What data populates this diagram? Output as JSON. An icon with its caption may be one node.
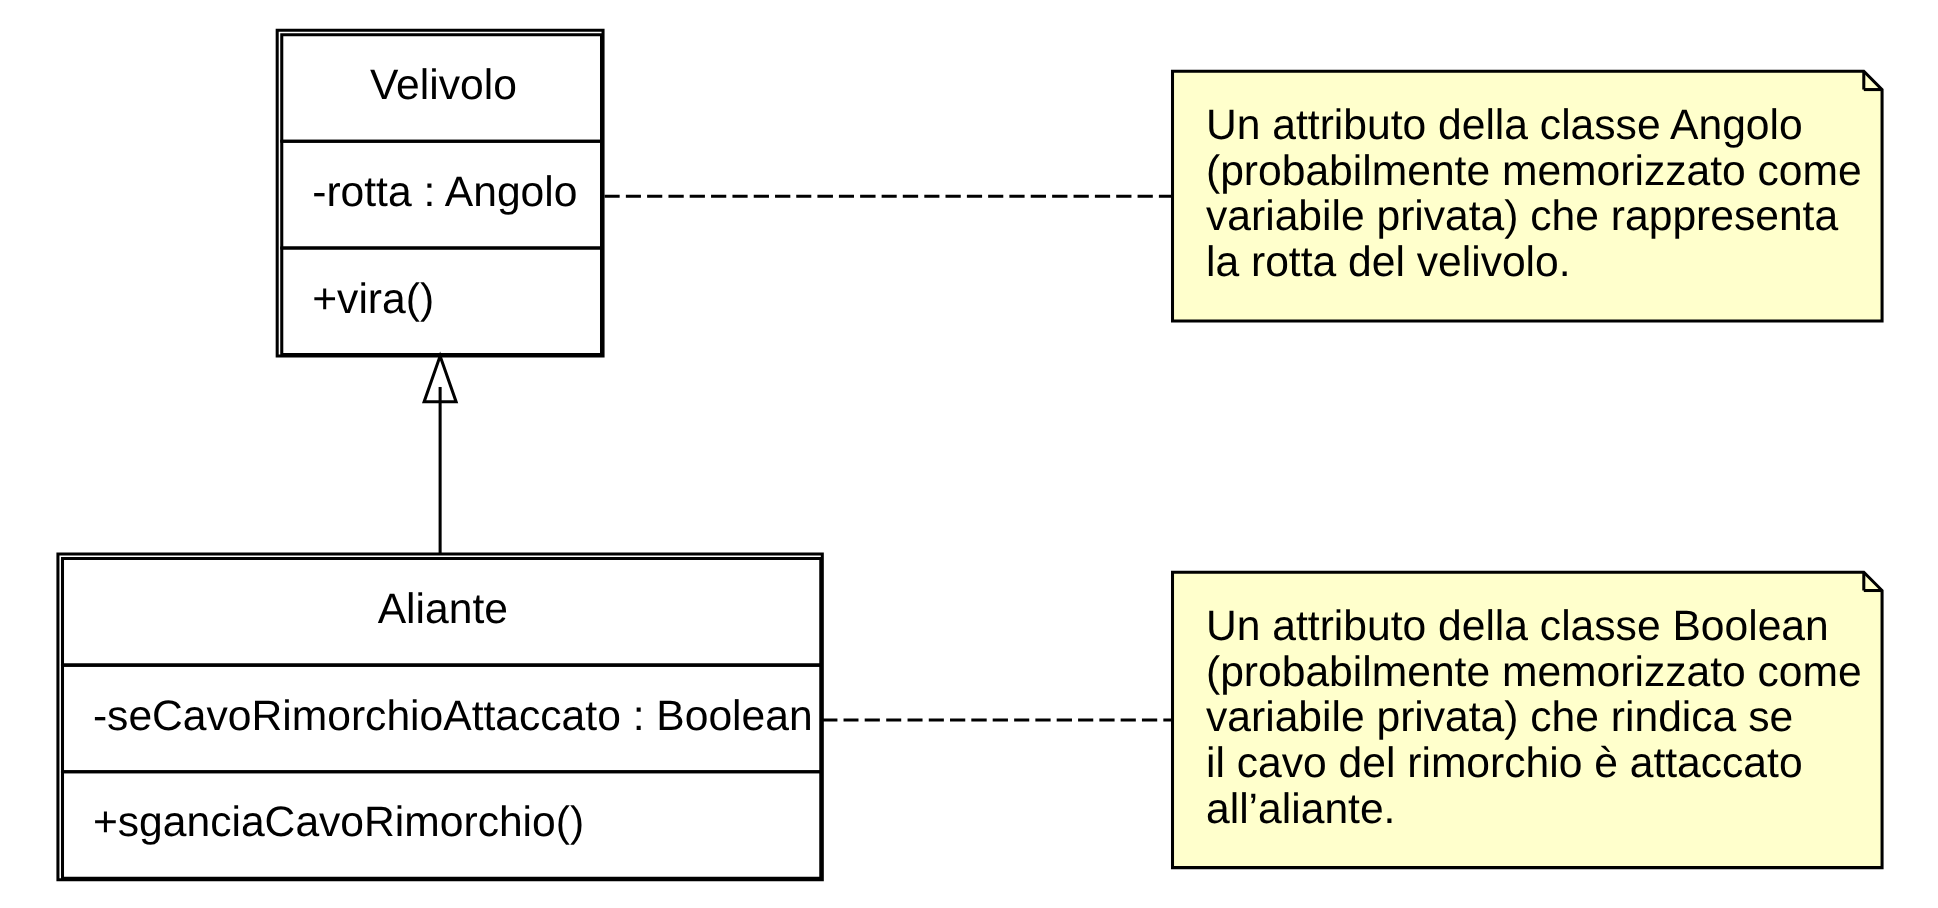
{
  "diagram": {
    "nodes": [
      {
        "text": [
          "Velivolo",
          "-rotta : Angolo",
          "+vira()"
        ]
      },
      {
        "text": [
          "Aliante",
          "-seCavoRimorchioAttaccato : Boolean",
          "+sganciaCavoRimorchio()"
        ]
      },
      {
        "text": [
          "Un attributo della classe Angolo (probabilmente memorizzato come variabile privata) che rappresenta la rotta del velivolo."
        ]
      },
      {
        "text": [
          "Un attributo della classe Boolean (probabilmente memorizzato come variabile privata) che rindica se il cavo del rimorchio è attaccato all’aliante."
        ]
      }
    ],
    "edges": [
      {
        "from": 1,
        "to": 0,
        "arrow": "to"
      },
      {
        "from": 0,
        "to": 2,
        "arrow": "none",
        "style": "dashed"
      },
      {
        "from": 1,
        "to": 3,
        "arrow": "none",
        "style": "dashed"
      }
    ]
  }
}
